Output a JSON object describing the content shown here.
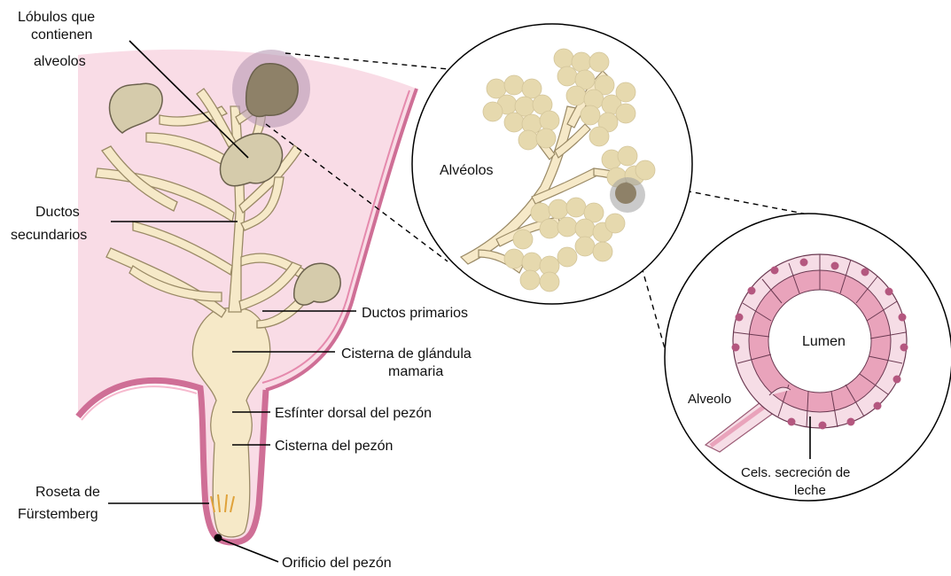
{
  "labels": {
    "lobulos_l1": "Lóbulos que",
    "lobulos_l2": "contienen",
    "lobulos_l3": "alveolos",
    "ductos_sec_l1": "Ductos",
    "ductos_sec_l2": "secundarios",
    "ductos_primarios": "Ductos primarios",
    "cisterna_glandula_l1": "Cisterna de glándula",
    "cisterna_glandula_l2": "mamaria",
    "esfinter": "Esfínter dorsal del pezón",
    "cisterna_pezon": "Cisterna del pezón",
    "roseta_l1": "Roseta de",
    "roseta_l2": "Fürstemberg",
    "orificio": "Orificio del pezón",
    "alveolos_zoom": "Alvéolos",
    "lumen": "Lumen",
    "alveolo": "Alveolo",
    "cels_l1": "Cels. secreción de",
    "cels_l2": "leche"
  },
  "colors": {
    "tissue_pink": "#f9dce6",
    "skin_outline": "#cf6f96",
    "duct_fill": "#f6e9c8",
    "duct_stroke": "#9a8a66",
    "lobule_fill": "#d5cbab",
    "lobule_dark": "#8e8168",
    "alveolus_fill": "#e6d9ae",
    "cell_pink": "#e9a3bb",
    "cell_light": "#f6dde6",
    "nucleus": "#b4577f",
    "highlight_purple": "#b79ab4"
  }
}
